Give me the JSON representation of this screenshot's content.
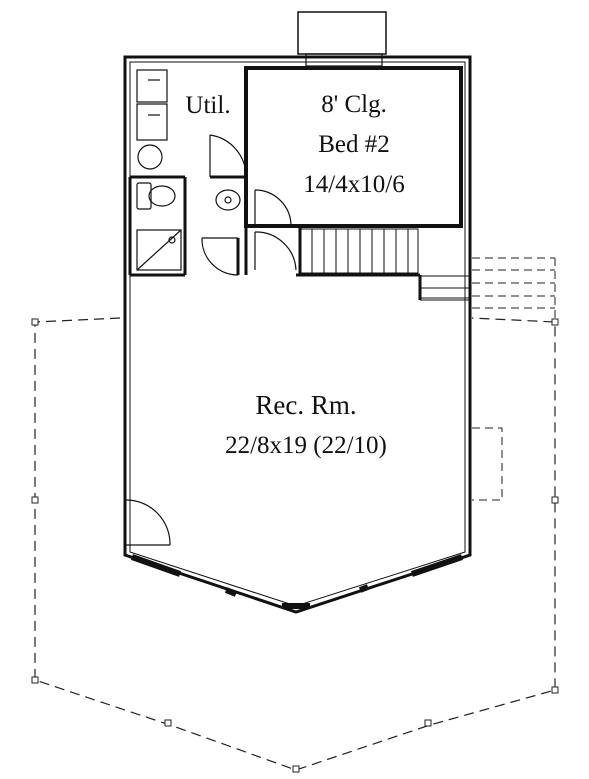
{
  "rooms": {
    "utility": {
      "label": "Util."
    },
    "bedroom": {
      "ceiling": "8' Clg.",
      "name": "Bed #2",
      "dimensions": "14/4x10/6"
    },
    "rec_room": {
      "name": "Rec. Rm.",
      "dimensions": "22/8x19 (22/10)"
    }
  },
  "colors": {
    "ink": "#111111",
    "background": "#ffffff"
  }
}
